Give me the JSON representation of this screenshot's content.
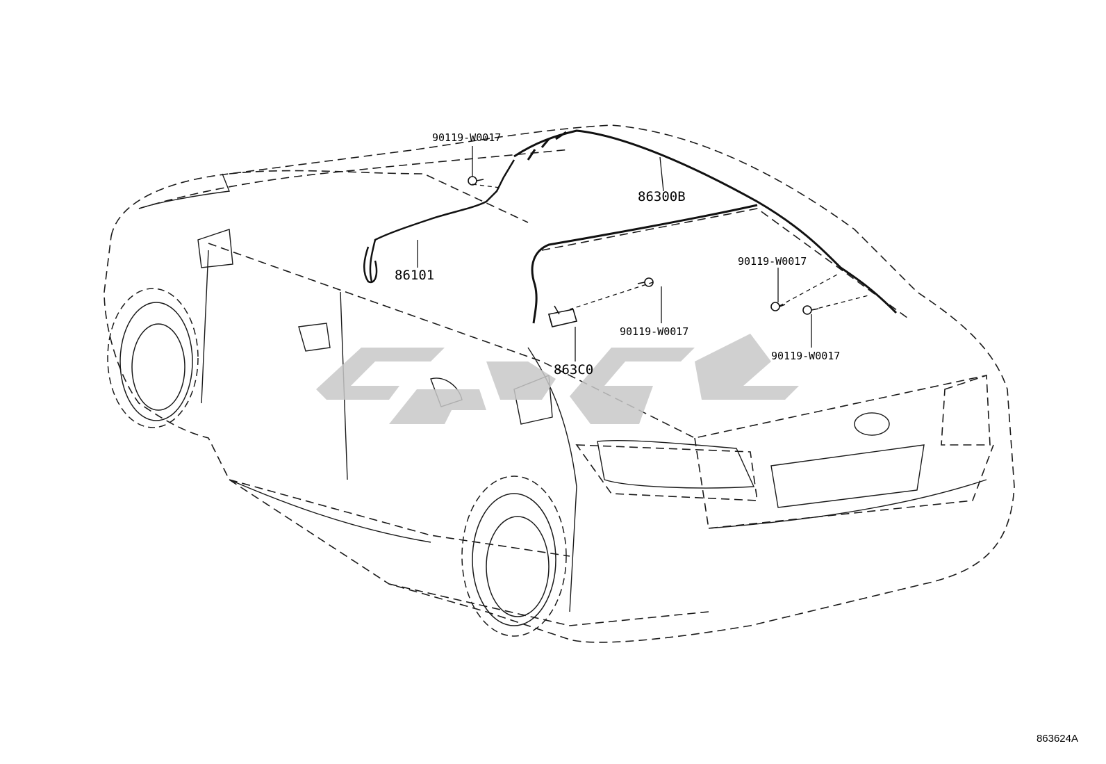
{
  "labels": {
    "clip_top": "90119-W0017",
    "harness_roof": "86300B",
    "harness_front": "86101",
    "clip_right_upper": "90119-W0017",
    "clip_mid": "90119-W0017",
    "clip_right_lower": "90119-W0017",
    "amplifier": "863C0"
  },
  "reference_code": "863624A",
  "watermark_icon": "car-brand-watermark",
  "colors": {
    "line": "#1a1a1a",
    "watermark": "#c8c8c8"
  }
}
